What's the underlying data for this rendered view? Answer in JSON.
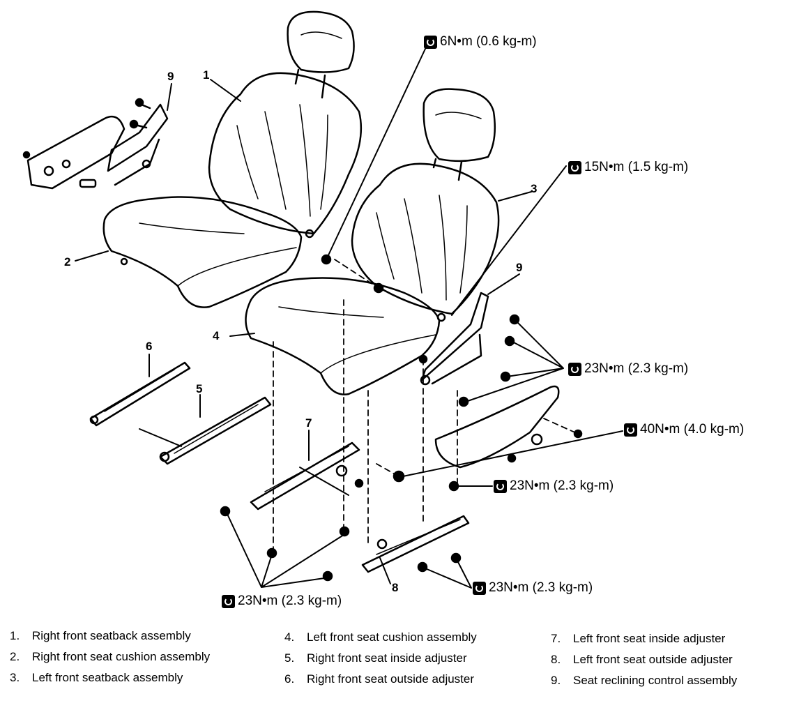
{
  "callouts": [
    "1",
    "2",
    "3",
    "4",
    "5",
    "6",
    "7",
    "8",
    "9",
    "9"
  ],
  "torque_specs": [
    "6N•m (0.6 kg-m)",
    "15N•m (1.5 kg-m)",
    "23N•m (2.3 kg-m)",
    "40N•m (4.0 kg-m)",
    "23N•m (2.3 kg-m)",
    "23N•m (2.3 kg-m)",
    "23N•m (2.3 kg-m)"
  ],
  "legend": [
    {
      "num": "1.",
      "text": "Right front seatback assembly"
    },
    {
      "num": "2.",
      "text": "Right front seat cushion assembly"
    },
    {
      "num": "3.",
      "text": "Left front seatback assembly"
    },
    {
      "num": "4.",
      "text": "Left front seat cushion assembly"
    },
    {
      "num": "5.",
      "text": "Right front seat inside adjuster"
    },
    {
      "num": "6.",
      "text": "Right front seat outside adjuster"
    },
    {
      "num": "7.",
      "text": "Left front seat inside adjuster"
    },
    {
      "num": "8.",
      "text": "Left front seat outside adjuster"
    },
    {
      "num": "9.",
      "text": "Seat reclining control assembly"
    }
  ],
  "icons": {
    "torque": "torque-wrench-icon"
  }
}
